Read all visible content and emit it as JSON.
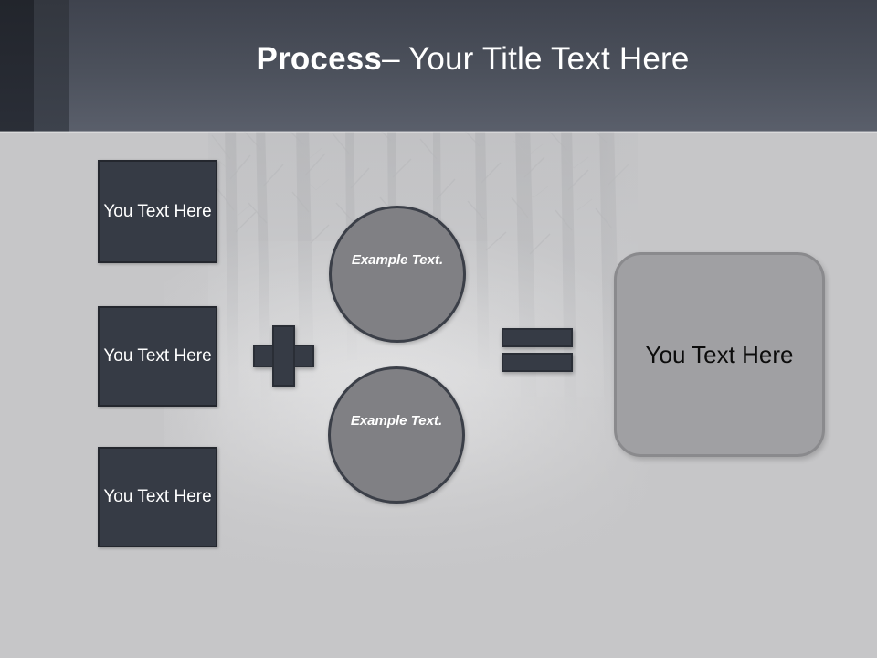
{
  "slide": {
    "background_color": "#c6c6c8",
    "background_image": "ghosted-forest-photo"
  },
  "header": {
    "title_strong": "Process",
    "title_rest": " – Your Title Text Here",
    "band_dark_color": "#22252c",
    "band_mid_color": "#33373f",
    "band_main_color": "#4c515c",
    "title_color": "#ffffff"
  },
  "diagram": {
    "input_boxes": [
      {
        "text": "You Text Here"
      },
      {
        "text": "You Text Here"
      },
      {
        "text": "You Text Here"
      }
    ],
    "plus_operator": {
      "symbol": "+"
    },
    "circles": [
      {
        "text": "Example Text."
      },
      {
        "text": "Example Text."
      }
    ],
    "equals_operator": {
      "symbol": "="
    },
    "result": {
      "text": "You Text Here"
    },
    "colors": {
      "box_fill": "#363b45",
      "box_border": "#24272e",
      "box_text": "#ffffff",
      "circle_fill": "#808084",
      "circle_border": "#3b3f48",
      "circle_text": "#ffffff",
      "operator_fill": "#363b45",
      "result_fill": "#a0a0a3",
      "result_border": "#8a8a8d",
      "result_text": "#0c0c0c"
    }
  }
}
